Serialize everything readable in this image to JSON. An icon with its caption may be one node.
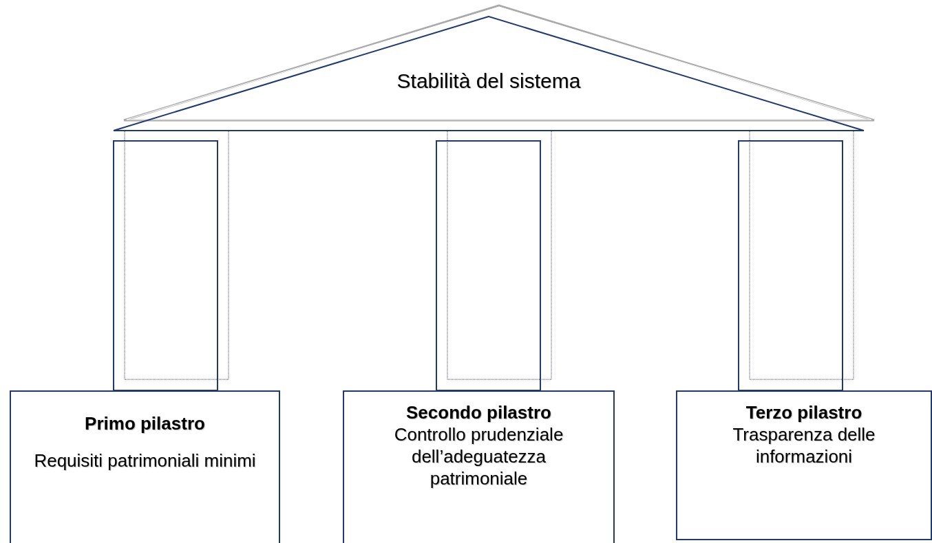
{
  "diagram": {
    "nodes": [
      {
        "text": [
          "Stabilità del sistema"
        ]
      },
      {
        "text": [
          "Primo pilastro",
          "Requisiti patrimoniali minimi"
        ]
      },
      {
        "text": [
          "Secondo pilastro",
          "Controllo prudenziale dell’adeguatezza patrimoniale"
        ]
      },
      {
        "text": [
          "Terzo pilastro",
          "Trasparenza delle informazioni"
        ]
      }
    ]
  }
}
